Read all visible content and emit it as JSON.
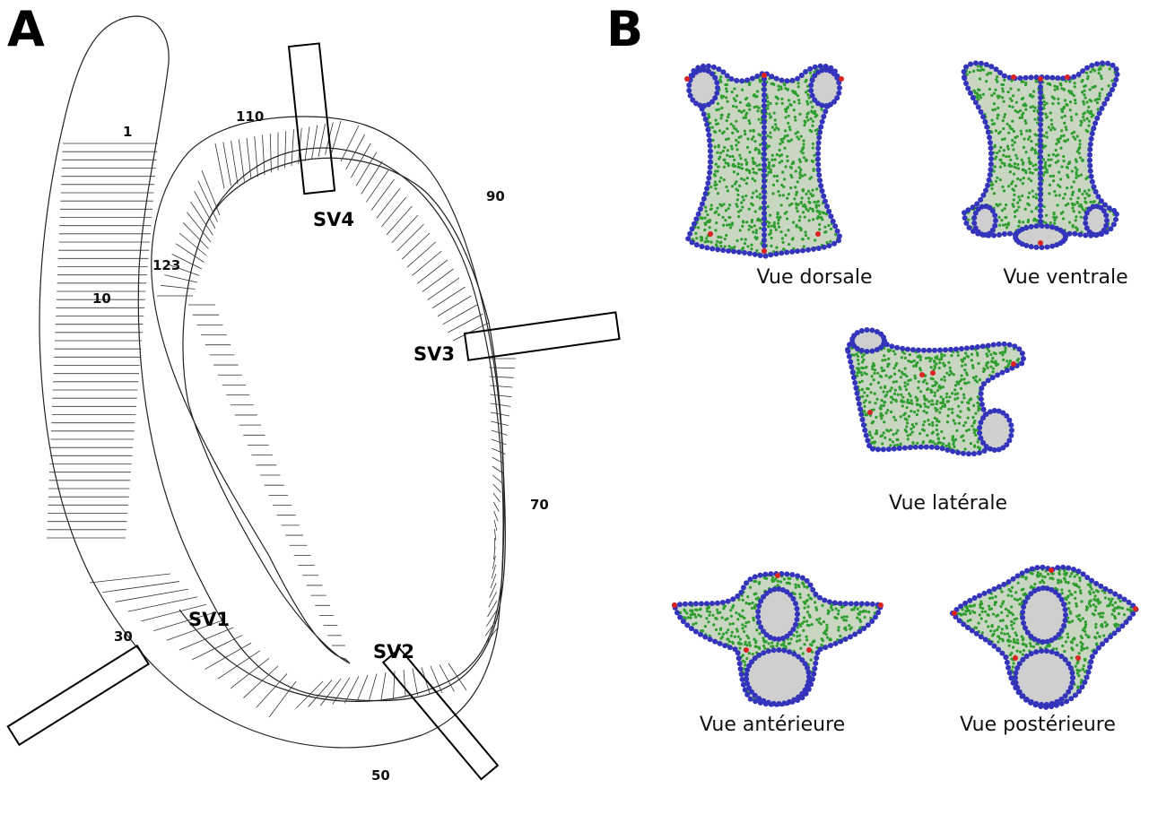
{
  "panels": {
    "a": "A",
    "b": "B"
  },
  "snake": {
    "scale_numbers": [
      "1",
      "10",
      "30",
      "50",
      "70",
      "90",
      "110",
      "123"
    ],
    "sections": [
      "SV1",
      "SV2",
      "SV3",
      "SV4"
    ]
  },
  "vertebra_views": {
    "dorsal": "Vue dorsale",
    "ventral": "Vue ventrale",
    "lateral": "Vue latérale",
    "anterior": "Vue antérieure",
    "posterior": "Vue postérieure"
  },
  "colors": {
    "landmark_curve": "#3333bb",
    "semilandmark": "#2e9e2e",
    "landmark_point": "#dd2222",
    "bone": "#cfcfcf"
  }
}
